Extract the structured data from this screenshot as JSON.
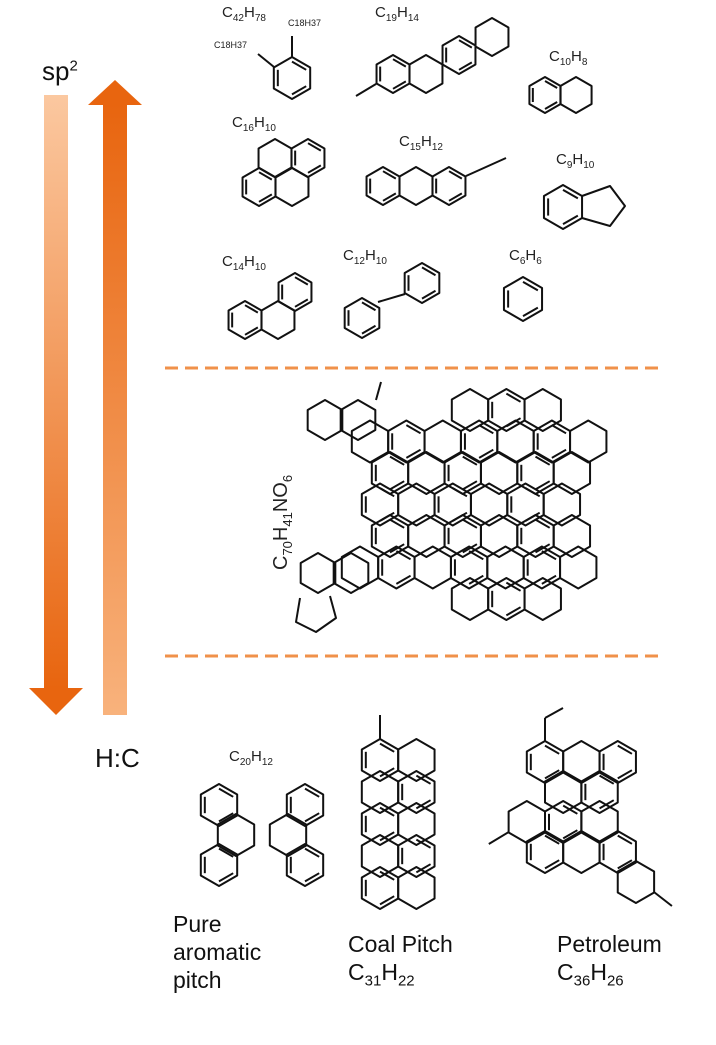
{
  "axis": {
    "sp2_label": "sp",
    "sp2_sup": "2",
    "hc_label": "H:C",
    "colors": {
      "dark_orange": "#e8650f",
      "light_orange": "#f8b27c",
      "divider": "#f0914a"
    }
  },
  "small_molecules": [
    {
      "base": "C",
      "n1": "42",
      "h": "H",
      "n2": "78"
    },
    {
      "base": "C",
      "n1": "19",
      "h": "H",
      "n2": "14"
    },
    {
      "base": "C",
      "n1": "10",
      "h": "H",
      "n2": "8"
    },
    {
      "base": "C",
      "n1": "16",
      "h": "H",
      "n2": "10"
    },
    {
      "base": "C",
      "n1": "15",
      "h": "H",
      "n2": "12"
    },
    {
      "base": "C",
      "n1": "9",
      "h": "H",
      "n2": "10"
    },
    {
      "base": "C",
      "n1": "14",
      "h": "H",
      "n2": "10"
    },
    {
      "base": "C",
      "n1": "12",
      "h": "H",
      "n2": "10"
    },
    {
      "base": "C",
      "n1": "6",
      "h": "H",
      "n2": "6"
    }
  ],
  "substituents": {
    "s1": "C18H37",
    "s2": "C18H37"
  },
  "large_molecule": {
    "base": "C",
    "n1": "70",
    "h": "H",
    "n2": "41",
    "tail": "NO",
    "n3": "6"
  },
  "pitch_molecules": [
    {
      "formula": {
        "base": "C",
        "n1": "20",
        "h": "H",
        "n2": "12"
      },
      "caption": [
        "Pure",
        "aromatic",
        "pitch"
      ]
    },
    {
      "formula": {
        "base": "C",
        "n1": "31",
        "h": "H",
        "n2": "22"
      },
      "caption": [
        "Coal Pitch"
      ]
    },
    {
      "formula": {
        "base": "C",
        "n1": "36",
        "h": "H",
        "n2": "26"
      },
      "caption": [
        "Petroleum"
      ]
    }
  ]
}
